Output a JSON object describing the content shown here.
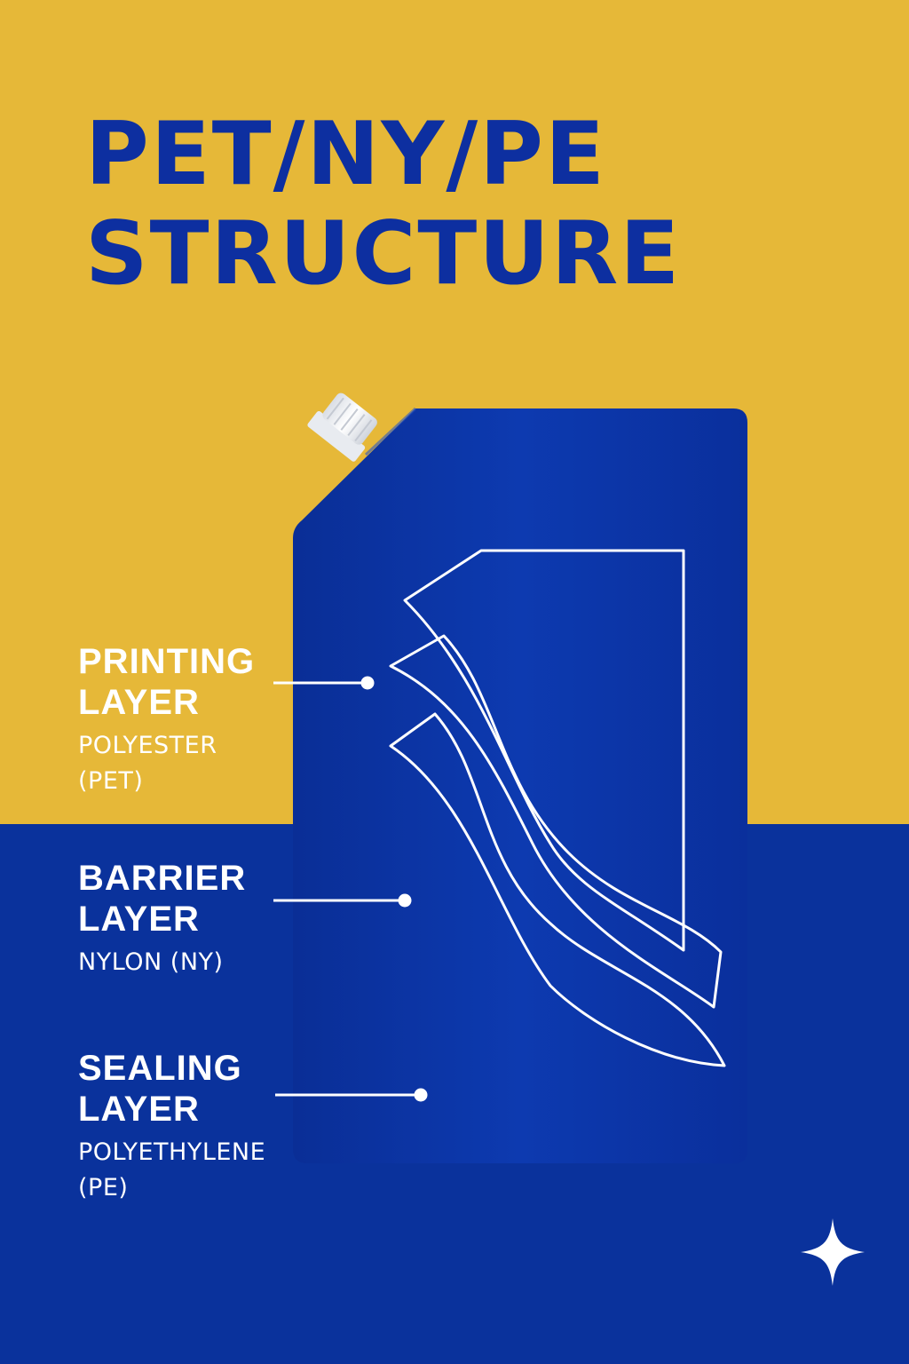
{
  "title": {
    "line1": "PET/NY/PE",
    "line2": "STRUCTURE"
  },
  "colors": {
    "yellow": "#E6B838",
    "blue": "#0A329C",
    "title_blue": "#0D2FA0",
    "pouch_blue": "#0B35A8",
    "white": "#FFFFFF"
  },
  "layers": [
    {
      "name_line1": "PRINTING",
      "name_line2": "LAYER",
      "material_line1": "POLYESTER",
      "material_line2": "(PET)"
    },
    {
      "name_line1": "BARRIER",
      "name_line2": "LAYER",
      "material_line1": "NYLON (NY)",
      "material_line2": ""
    },
    {
      "name_line1": "SEALING",
      "name_line2": "LAYER",
      "material_line1": "POLYETHYLENE",
      "material_line2": "(PE)"
    }
  ],
  "icons": {
    "spout": "spout-cap-icon",
    "sparkle": "sparkle-icon"
  }
}
